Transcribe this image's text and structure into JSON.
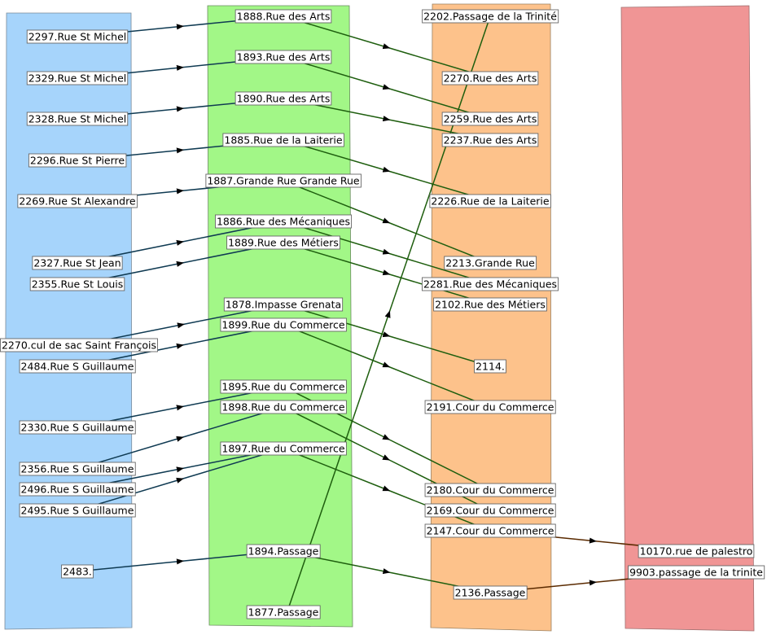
{
  "columns": [
    {
      "id": "c1",
      "color": "#a6d4fb"
    },
    {
      "id": "c2",
      "color": "#a2f787"
    },
    {
      "id": "c3",
      "color": "#fdc28b"
    },
    {
      "id": "c4",
      "color": "#f09595"
    }
  ],
  "edge_colors": {
    "blue": "#0f3a52",
    "green": "#1e5e0e",
    "brown": "#5a2a00",
    "red": "#4a0e0e"
  },
  "nodes": [
    {
      "id": "n2297",
      "label": "2297.Rue St Michel"
    },
    {
      "id": "n2329",
      "label": "2329.Rue St Michel"
    },
    {
      "id": "n2328",
      "label": "2328.Rue St Michel"
    },
    {
      "id": "n2296",
      "label": "2296.Rue St Pierre"
    },
    {
      "id": "n2269",
      "label": "2269.Rue St Alexandre"
    },
    {
      "id": "n2327",
      "label": "2327.Rue St Jean"
    },
    {
      "id": "n2355",
      "label": "2355.Rue St Louis"
    },
    {
      "id": "n2270a",
      "label": "2270.cul de sac Saint François"
    },
    {
      "id": "n2484",
      "label": "2484.Rue S Guillaume"
    },
    {
      "id": "n2330",
      "label": "2330.Rue S Guillaume"
    },
    {
      "id": "n2356",
      "label": "2356.Rue S Guillaume"
    },
    {
      "id": "n2496",
      "label": "2496.Rue S Guillaume"
    },
    {
      "id": "n2495",
      "label": "2495.Rue S Guillaume"
    },
    {
      "id": "n2483",
      "label": "2483."
    },
    {
      "id": "n1888",
      "label": "1888.Rue des Arts"
    },
    {
      "id": "n1893",
      "label": "1893.Rue des Arts"
    },
    {
      "id": "n1890",
      "label": "1890.Rue des Arts"
    },
    {
      "id": "n1885",
      "label": "1885.Rue de la Laiterie"
    },
    {
      "id": "n1887",
      "label": "1887.Grande Rue Grande Rue"
    },
    {
      "id": "n1886",
      "label": "1886.Rue des Mécaniques"
    },
    {
      "id": "n1889",
      "label": "1889.Rue des Métiers"
    },
    {
      "id": "n1878",
      "label": "1878.Impasse Grenata"
    },
    {
      "id": "n1899",
      "label": "1899.Rue du Commerce"
    },
    {
      "id": "n1895",
      "label": "1895.Rue du Commerce"
    },
    {
      "id": "n1898",
      "label": "1898.Rue du Commerce"
    },
    {
      "id": "n1897",
      "label": "1897.Rue du Commerce"
    },
    {
      "id": "n1894",
      "label": "1894.Passage"
    },
    {
      "id": "n1877",
      "label": "1877.Passage"
    },
    {
      "id": "n2202",
      "label": "2202.Passage de la Trinité"
    },
    {
      "id": "n2270b",
      "label": "2270.Rue des Arts"
    },
    {
      "id": "n2259",
      "label": "2259.Rue des Arts"
    },
    {
      "id": "n2237",
      "label": "2237.Rue des Arts"
    },
    {
      "id": "n2226",
      "label": "2226.Rue de la Laiterie"
    },
    {
      "id": "n2213",
      "label": "2213.Grande Rue"
    },
    {
      "id": "n2281",
      "label": "2281.Rue des Mécaniques"
    },
    {
      "id": "n2102",
      "label": "2102.Rue des Métiers"
    },
    {
      "id": "n2114",
      "label": "2114."
    },
    {
      "id": "n2191",
      "label": "2191.Cour du Commerce"
    },
    {
      "id": "n2180",
      "label": "2180.Cour du Commerce"
    },
    {
      "id": "n2169",
      "label": "2169.Cour du Commerce"
    },
    {
      "id": "n2147",
      "label": "2147.Cour du Commerce"
    },
    {
      "id": "n2136",
      "label": "2136.Passage"
    },
    {
      "id": "n10170",
      "label": "10170.rue de palestro"
    },
    {
      "id": "n9903",
      "label": "9903.passage de la trinite"
    }
  ],
  "edges": [
    {
      "from": "n2297",
      "to": "n1888",
      "color": "blue"
    },
    {
      "from": "n2329",
      "to": "n1893",
      "color": "blue"
    },
    {
      "from": "n2328",
      "to": "n1890",
      "color": "blue"
    },
    {
      "from": "n2296",
      "to": "n1885",
      "color": "blue"
    },
    {
      "from": "n2269",
      "to": "n1887",
      "color": "blue"
    },
    {
      "from": "n2327",
      "to": "n1886",
      "color": "blue"
    },
    {
      "from": "n2355",
      "to": "n1889",
      "color": "blue"
    },
    {
      "from": "n2270a",
      "to": "n1878",
      "color": "blue"
    },
    {
      "from": "n2484",
      "to": "n1899",
      "color": "blue"
    },
    {
      "from": "n2330",
      "to": "n1895",
      "color": "blue"
    },
    {
      "from": "n2356",
      "to": "n1898",
      "color": "blue"
    },
    {
      "from": "n2496",
      "to": "n1897",
      "color": "blue"
    },
    {
      "from": "n2495",
      "to": "n1897",
      "color": "blue"
    },
    {
      "from": "n2483",
      "to": "n1894",
      "color": "blue"
    },
    {
      "from": "n1888",
      "to": "n2270b",
      "color": "green"
    },
    {
      "from": "n1893",
      "to": "n2259",
      "color": "green"
    },
    {
      "from": "n1890",
      "to": "n2237",
      "color": "green"
    },
    {
      "from": "n1885",
      "to": "n2226",
      "color": "green"
    },
    {
      "from": "n1887",
      "to": "n2213",
      "color": "green"
    },
    {
      "from": "n1886",
      "to": "n2281",
      "color": "green"
    },
    {
      "from": "n1889",
      "to": "n2102",
      "color": "green"
    },
    {
      "from": "n1878",
      "to": "n2114",
      "color": "green"
    },
    {
      "from": "n1899",
      "to": "n2191",
      "color": "green"
    },
    {
      "from": "n1895",
      "to": "n2180",
      "color": "green"
    },
    {
      "from": "n1898",
      "to": "n2169",
      "color": "green"
    },
    {
      "from": "n1897",
      "to": "n2147",
      "color": "green"
    },
    {
      "from": "n1894",
      "to": "n2136",
      "color": "green"
    },
    {
      "from": "n1877",
      "to": "n2202",
      "color": "green"
    },
    {
      "from": "n2147",
      "to": "n10170",
      "color": "brown"
    },
    {
      "from": "n2136",
      "to": "n9903",
      "color": "brown"
    }
  ]
}
